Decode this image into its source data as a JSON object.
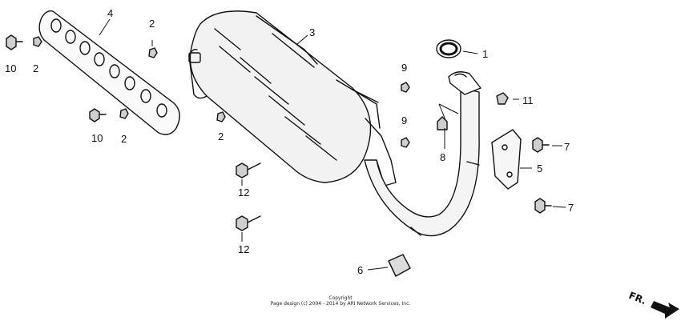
{
  "diagram": {
    "callouts": [
      "1",
      "2",
      "2",
      "2",
      "2",
      "3",
      "4",
      "5",
      "6",
      "7",
      "7",
      "8",
      "9",
      "9",
      "10",
      "10",
      "11",
      "12",
      "12"
    ],
    "copyright_line1": "Copyright",
    "copyright_line2": "Page design (c) 2004 - 2014 by ARI Network Services, Inc.",
    "front_marker": "FR."
  }
}
